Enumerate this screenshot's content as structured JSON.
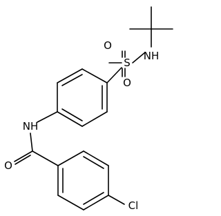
{
  "structure": {
    "atom_labels": {
      "sulfonyl_o_left": "O",
      "sulfur": "S",
      "sulfonamide_nh": "NH",
      "sulfonyl_o_bottom": "O",
      "amide_nh": "NH",
      "carbonyl_o": "O",
      "chlorine": "Cl"
    }
  }
}
